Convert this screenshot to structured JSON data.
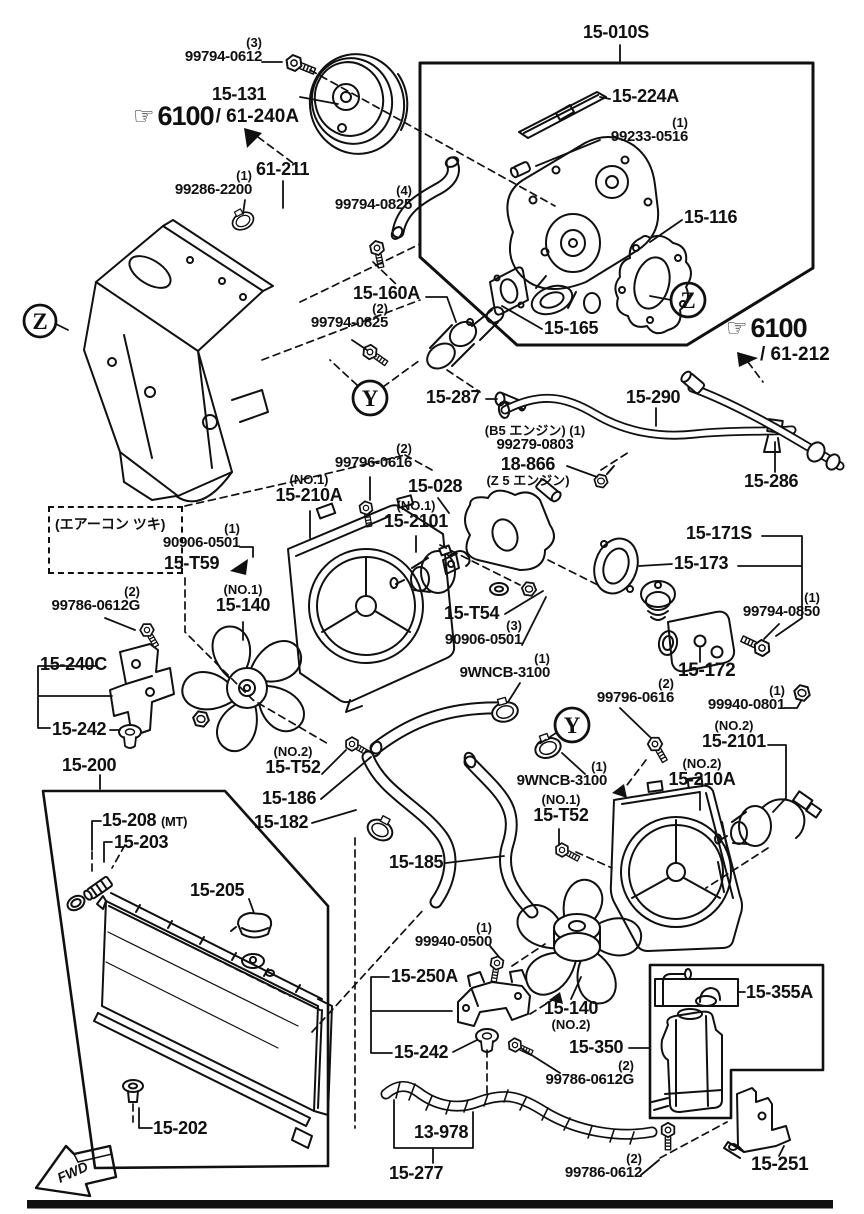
{
  "figure": {
    "fwd": "FWD",
    "markers": {
      "y": "Y",
      "z": "Z"
    },
    "refs": {
      "r240A": {
        "icon": "☞",
        "code": "6100",
        "suffix": "/ 61-240A"
      },
      "r212": {
        "icon": "☞",
        "code": "6100",
        "suffix": "/ 61-212"
      }
    },
    "notes": {
      "aircon": "(エアーコン ツキ)"
    }
  },
  "labels": {
    "b99794_0612": {
      "qty": "(3)",
      "text": "99794-0612"
    },
    "p15_131": {
      "text": "15-131"
    },
    "p61_211": {
      "text": "61-211"
    },
    "b99286_2200": {
      "qty": "(1)",
      "text": "99286-2200"
    },
    "b99794_0825_4": {
      "qty": "(4)",
      "text": "99794-0825"
    },
    "p15_010S": {
      "text": "15-010S"
    },
    "p15_224A": {
      "text": "15-224A"
    },
    "b99233_0516": {
      "qty": "(1)",
      "text": "99233-0516"
    },
    "p15_116": {
      "text": "15-116"
    },
    "p15_165": {
      "text": "15-165"
    },
    "p15_160A": {
      "text": "15-160A"
    },
    "b99794_0825_2": {
      "qty": "(2)",
      "text": "99794-0825"
    },
    "p15_287": {
      "text": "15-287"
    },
    "p15_290": {
      "text": "15-290"
    },
    "b99279_0803": {
      "note": "(B5 エンジン) (1)",
      "text": "99279-0803"
    },
    "p18_866": {
      "text": "18-866",
      "note": "(Z 5 エンジン)"
    },
    "p15_286": {
      "text": "15-286"
    },
    "p15_171S": {
      "text": "15-171S"
    },
    "p15_173": {
      "text": "15-173"
    },
    "b90906_0501_1": {
      "qty": "(1)",
      "text": "90906-0501"
    },
    "p15_T59": {
      "text": "15-T59"
    },
    "b99796_0616_a": {
      "qty": "(2)",
      "text": "99796-0616"
    },
    "p15_210A_no1": {
      "note": "(NO.1)",
      "text": "15-210A"
    },
    "p15_2101_no1": {
      "note": "(NO.1)",
      "text": "15-2101"
    },
    "p15_028": {
      "text": "15-028"
    },
    "b99786_0612G_a": {
      "qty": "(2)",
      "text": "99786-0612G"
    },
    "p15_140_no1": {
      "note": "(NO.1)",
      "text": "15-140"
    },
    "p15_T54": {
      "text": "15-T54"
    },
    "b90906_0501_3": {
      "qty": "(3)",
      "text": "90906-0501"
    },
    "b9WNCB_3100_a": {
      "qty": "(1)",
      "text": "9WNCB-3100"
    },
    "p15_240C": {
      "text": "15-240C"
    },
    "p15_242_a": {
      "text": "15-242"
    },
    "p15_200": {
      "text": "15-200"
    },
    "p15_208": {
      "text": "15-208",
      "note_inline": "(MT)"
    },
    "p15_203": {
      "text": "15-203"
    },
    "p15_205": {
      "text": "15-205"
    },
    "p15_T52_no2": {
      "note": "(NO.2)",
      "text": "15-T52"
    },
    "p15_186": {
      "text": "15-186"
    },
    "p15_182": {
      "text": "15-182"
    },
    "p15_185": {
      "text": "15-185"
    },
    "b99796_0616_b": {
      "qty": "(2)",
      "text": "99796-0616"
    },
    "b9WNCB_3100_b": {
      "qty": "(1)",
      "text": "9WNCB-3100"
    },
    "p15_T52_no1": {
      "note": "(NO.1)",
      "text": "15-T52"
    },
    "b99794_0850": {
      "qty": "(1)",
      "text": "99794-0850"
    },
    "p15_172": {
      "text": "15-172"
    },
    "b99940_0801": {
      "qty": "(1)",
      "text": "99940-0801"
    },
    "p15_2101_no2": {
      "note": "(NO.2)",
      "text": "15-2101"
    },
    "p15_210A_no2": {
      "note": "(NO.2)",
      "text": "15-210A"
    },
    "b99940_0500": {
      "qty": "(1)",
      "text": "99940-0500"
    },
    "p15_250A": {
      "text": "15-250A"
    },
    "p15_242_b": {
      "text": "15-242"
    },
    "p15_140_no2": {
      "text": "15-140",
      "note": "(NO.2)"
    },
    "p15_350": {
      "text": "15-350"
    },
    "b99786_0612G_b": {
      "qty": "(2)",
      "text": "99786-0612G"
    },
    "p15_355A": {
      "text": "15-355A"
    },
    "p15_251": {
      "text": "15-251"
    },
    "b99786_0612": {
      "qty": "(2)",
      "text": "99786-0612"
    },
    "p15_202": {
      "text": "15-202"
    },
    "p13_978": {
      "text": "13-978"
    },
    "p15_277": {
      "text": "15-277"
    }
  }
}
